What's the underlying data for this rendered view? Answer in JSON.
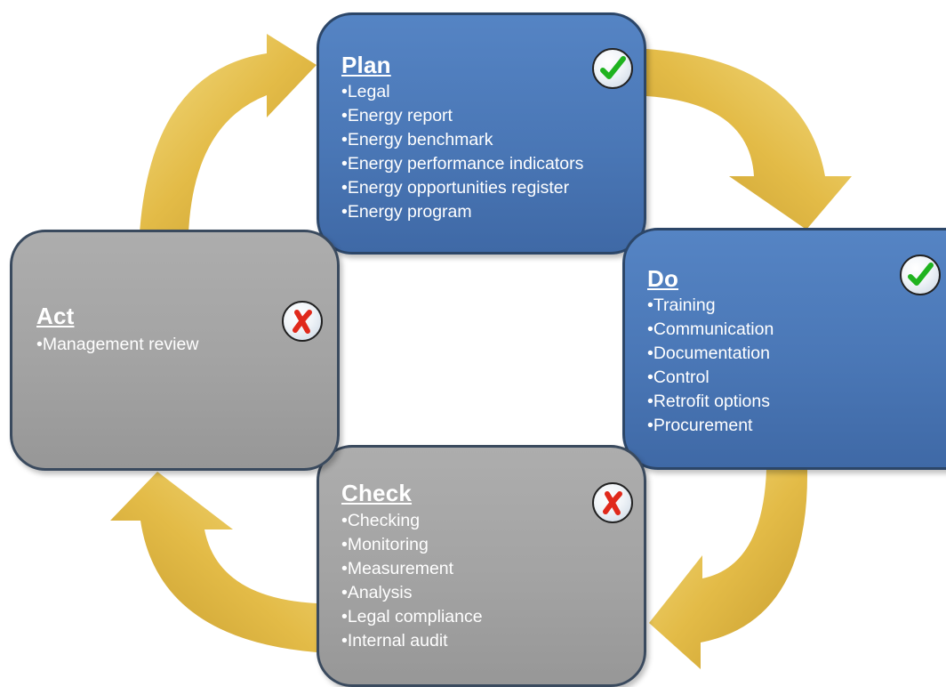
{
  "colors": {
    "arrow": "#e6bf4c",
    "arrow_light": "#f2dc8a",
    "arrow_dark": "#c49b2c",
    "blue_box": "#4f7dbd",
    "gray_box": "#a6a6a6",
    "check_mark": "#1fb31f",
    "cross_mark": "#e0291b"
  },
  "phases": {
    "plan": {
      "title": "Plan",
      "status": "check-mark-icon",
      "items": [
        "Legal",
        "Energy report",
        "Energy benchmark",
        "Energy performance indicators",
        "Energy opportunities register",
        "Energy program"
      ]
    },
    "do": {
      "title": "Do",
      "status": "check-mark-icon",
      "items": [
        "Training",
        "Communication",
        "Documentation",
        "Control",
        "Retrofit options",
        "Procurement"
      ]
    },
    "check": {
      "title": "Check",
      "status": "cross-mark-icon",
      "items": [
        "Checking",
        "Monitoring",
        "Measurement",
        "Analysis",
        "Legal compliance",
        "Internal audit"
      ]
    },
    "act": {
      "title": "Act",
      "status": "cross-mark-icon",
      "items": [
        "Management review"
      ]
    }
  }
}
